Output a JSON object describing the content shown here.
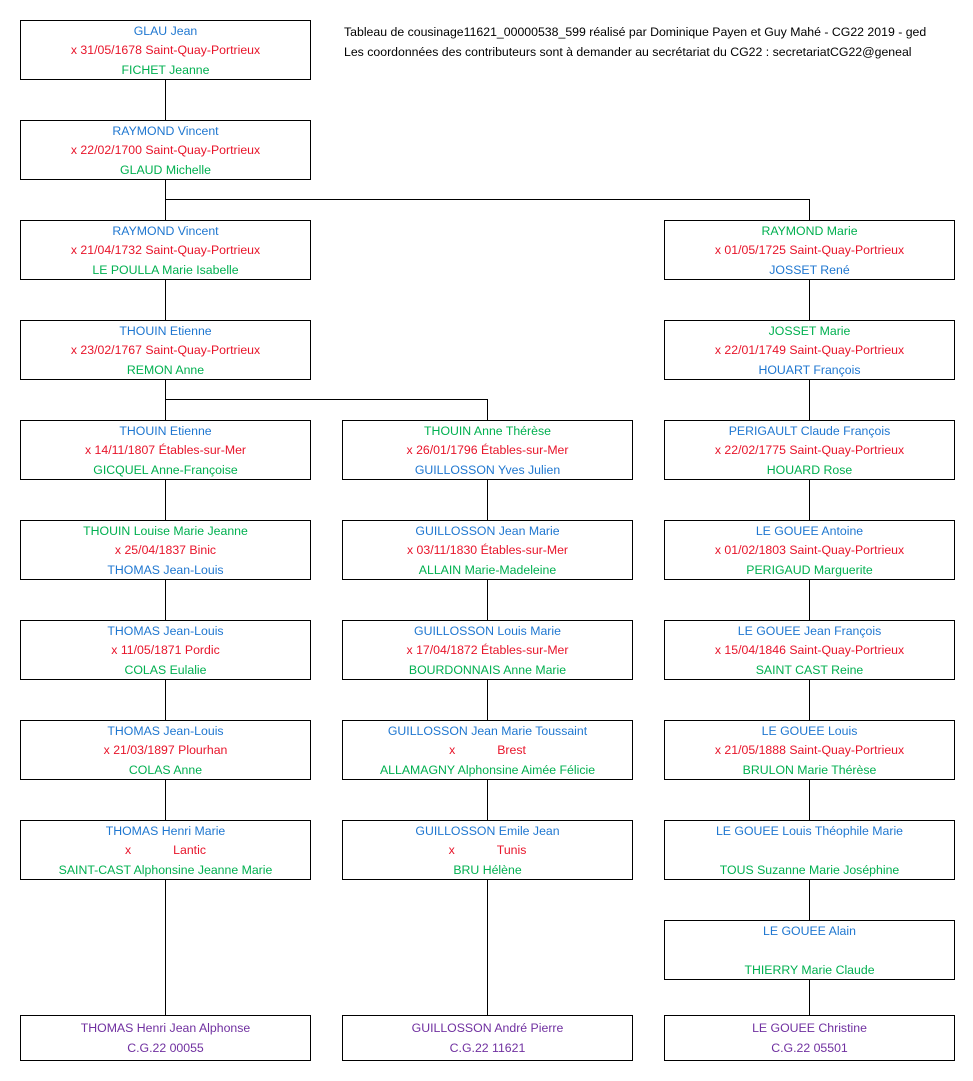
{
  "header": {
    "line1": "Tableau de cousinage11621_00000538_599 réalisé par Dominique Payen et Guy Mahé - CG22 2019 - ged",
    "line2": "Les coordonnées des contributeurs sont à demander au secrétariat du CG22 :  secretariatCG22@geneal"
  },
  "colors": {
    "male": "#1F77D0",
    "female": "#00B050",
    "union": "#E8142A",
    "probant": "#7030A0",
    "border": "#000000",
    "background": "#FFFFFF"
  },
  "union_marker": "x",
  "boxes": [
    {
      "id": "L1",
      "col": 0,
      "row": 0,
      "l1": "GLAU Jean",
      "l1_role": "male",
      "l2": "x 31/05/1678 Saint-Quay-Portrieux",
      "l2_role": "union",
      "l3": "FICHET Jeanne",
      "l3_role": "female"
    },
    {
      "id": "L2",
      "col": 0,
      "row": 1,
      "l1": "RAYMOND Vincent",
      "l1_role": "male",
      "l2": "x 22/02/1700 Saint-Quay-Portrieux",
      "l2_role": "union",
      "l3": "GLAUD Michelle",
      "l3_role": "female"
    },
    {
      "id": "L3",
      "col": 0,
      "row": 2,
      "l1": "RAYMOND Vincent",
      "l1_role": "male",
      "l2": "x 21/04/1732 Saint-Quay-Portrieux",
      "l2_role": "union",
      "l3": "LE POULLA Marie Isabelle",
      "l3_role": "female"
    },
    {
      "id": "L4",
      "col": 0,
      "row": 3,
      "l1": "THOUIN Etienne",
      "l1_role": "male",
      "l2": "x 23/02/1767 Saint-Quay-Portrieux",
      "l2_role": "union",
      "l3": "REMON Anne",
      "l3_role": "female"
    },
    {
      "id": "L5",
      "col": 0,
      "row": 4,
      "l1": "THOUIN Etienne",
      "l1_role": "male",
      "l2": "x 14/11/1807 Étables-sur-Mer",
      "l2_role": "union",
      "l3": "GICQUEL Anne-Françoise",
      "l3_role": "female"
    },
    {
      "id": "L6",
      "col": 0,
      "row": 5,
      "l1": "THOUIN Louise Marie Jeanne",
      "l1_role": "female",
      "l2": "x 25/04/1837 Binic",
      "l2_role": "union",
      "l3": "THOMAS Jean-Louis",
      "l3_role": "male"
    },
    {
      "id": "L7",
      "col": 0,
      "row": 6,
      "l1": "THOMAS Jean-Louis",
      "l1_role": "male",
      "l2": "x 11/05/1871 Pordic",
      "l2_role": "union",
      "l3": "COLAS Eulalie",
      "l3_role": "female"
    },
    {
      "id": "L8",
      "col": 0,
      "row": 7,
      "l1": "THOMAS Jean-Louis",
      "l1_role": "male",
      "l2": "x 21/03/1897 Plourhan",
      "l2_role": "union",
      "l3": "COLAS Anne",
      "l3_role": "female"
    },
    {
      "id": "L9",
      "col": 0,
      "row": 8,
      "l1": "THOMAS Henri Marie",
      "l1_role": "male",
      "l2": "x        Lantic",
      "l2_role": "union",
      "l2_gap": true,
      "l2_marker": "x",
      "l2_place": "Lantic",
      "l3": "SAINT-CAST Alphonsine Jeanne Marie",
      "l3_role": "female"
    },
    {
      "id": "L11",
      "col": 0,
      "row": 10,
      "l1": "THOMAS Henri Jean Alphonse",
      "l1_role": "probant",
      "l2": "C.G.22 00055",
      "l2_role": "probant",
      "l3": "",
      "l3_role": "blank",
      "two_line": true
    },
    {
      "id": "M5",
      "col": 1,
      "row": 4,
      "l1": "THOUIN Anne Thérèse",
      "l1_role": "female",
      "l2": "x 26/01/1796 Étables-sur-Mer",
      "l2_role": "union",
      "l3": "GUILLOSSON Yves Julien",
      "l3_role": "male"
    },
    {
      "id": "M6",
      "col": 1,
      "row": 5,
      "l1": "GUILLOSSON Jean Marie",
      "l1_role": "male",
      "l2": "x 03/11/1830 Étables-sur-Mer",
      "l2_role": "union",
      "l3": "ALLAIN Marie-Madeleine",
      "l3_role": "female"
    },
    {
      "id": "M7",
      "col": 1,
      "row": 6,
      "l1": "GUILLOSSON Louis Marie",
      "l1_role": "male",
      "l2": "x 17/04/1872 Étables-sur-Mer",
      "l2_role": "union",
      "l3": "BOURDONNAIS Anne Marie",
      "l3_role": "female"
    },
    {
      "id": "M8",
      "col": 1,
      "row": 7,
      "l1": "GUILLOSSON Jean Marie Toussaint",
      "l1_role": "male",
      "l2": "x        Brest",
      "l2_role": "union",
      "l2_gap": true,
      "l2_marker": "x",
      "l2_place": "Brest",
      "l3": "ALLAMAGNY Alphonsine Aimée Félicie",
      "l3_role": "female"
    },
    {
      "id": "M9",
      "col": 1,
      "row": 8,
      "l1": "GUILLOSSON Emile Jean",
      "l1_role": "male",
      "l2": "x        Tunis",
      "l2_role": "union",
      "l2_gap": true,
      "l2_marker": "x",
      "l2_place": "Tunis",
      "l3": "BRU Hélène",
      "l3_role": "female"
    },
    {
      "id": "M11",
      "col": 1,
      "row": 10,
      "l1": "GUILLOSSON André Pierre",
      "l1_role": "probant",
      "l2": "C.G.22 11621",
      "l2_role": "probant",
      "l3": "",
      "l3_role": "blank",
      "two_line": true
    },
    {
      "id": "R3",
      "col": 2,
      "row": 2,
      "l1": "RAYMOND Marie",
      "l1_role": "female",
      "l2": "x 01/05/1725 Saint-Quay-Portrieux",
      "l2_role": "union",
      "l3": "JOSSET René",
      "l3_role": "male"
    },
    {
      "id": "R4",
      "col": 2,
      "row": 3,
      "l1": "JOSSET Marie",
      "l1_role": "female",
      "l2": "x 22/01/1749 Saint-Quay-Portrieux",
      "l2_role": "union",
      "l3": "HOUART François",
      "l3_role": "male"
    },
    {
      "id": "R5",
      "col": 2,
      "row": 4,
      "l1": "PERIGAULT Claude François",
      "l1_role": "male",
      "l2": "x 22/02/1775 Saint-Quay-Portrieux",
      "l2_role": "union",
      "l3": "HOUARD Rose",
      "l3_role": "female"
    },
    {
      "id": "R6",
      "col": 2,
      "row": 5,
      "l1": "LE GOUEE Antoine",
      "l1_role": "male",
      "l2": "x 01/02/1803 Saint-Quay-Portrieux",
      "l2_role": "union",
      "l3": "PERIGAUD Marguerite",
      "l3_role": "female"
    },
    {
      "id": "R7",
      "col": 2,
      "row": 6,
      "l1": "LE GOUEE Jean François",
      "l1_role": "male",
      "l2": "x 15/04/1846 Saint-Quay-Portrieux",
      "l2_role": "union",
      "l3": "SAINT CAST Reine",
      "l3_role": "female"
    },
    {
      "id": "R8",
      "col": 2,
      "row": 7,
      "l1": "LE GOUEE Louis",
      "l1_role": "male",
      "l2": "x 21/05/1888 Saint-Quay-Portrieux",
      "l2_role": "union",
      "l3": "BRULON Marie Thérèse",
      "l3_role": "female"
    },
    {
      "id": "R9",
      "col": 2,
      "row": 8,
      "l1": "LE GOUEE Louis Théophile Marie",
      "l1_role": "male",
      "l2": "",
      "l2_role": "blank",
      "l3": "TOUS Suzanne Marie Joséphine",
      "l3_role": "female"
    },
    {
      "id": "R10",
      "col": 2,
      "row": 9,
      "l1": "LE GOUEE Alain",
      "l1_role": "male",
      "l2": "",
      "l2_role": "blank",
      "l3": "THIERRY Marie Claude",
      "l3_role": "female"
    },
    {
      "id": "R11",
      "col": 2,
      "row": 10,
      "l1": "LE GOUEE Christine",
      "l1_role": "probant",
      "l2": "C.G.22 05501",
      "l2_role": "probant",
      "l3": "",
      "l3_role": "blank",
      "two_line": true
    }
  ]
}
